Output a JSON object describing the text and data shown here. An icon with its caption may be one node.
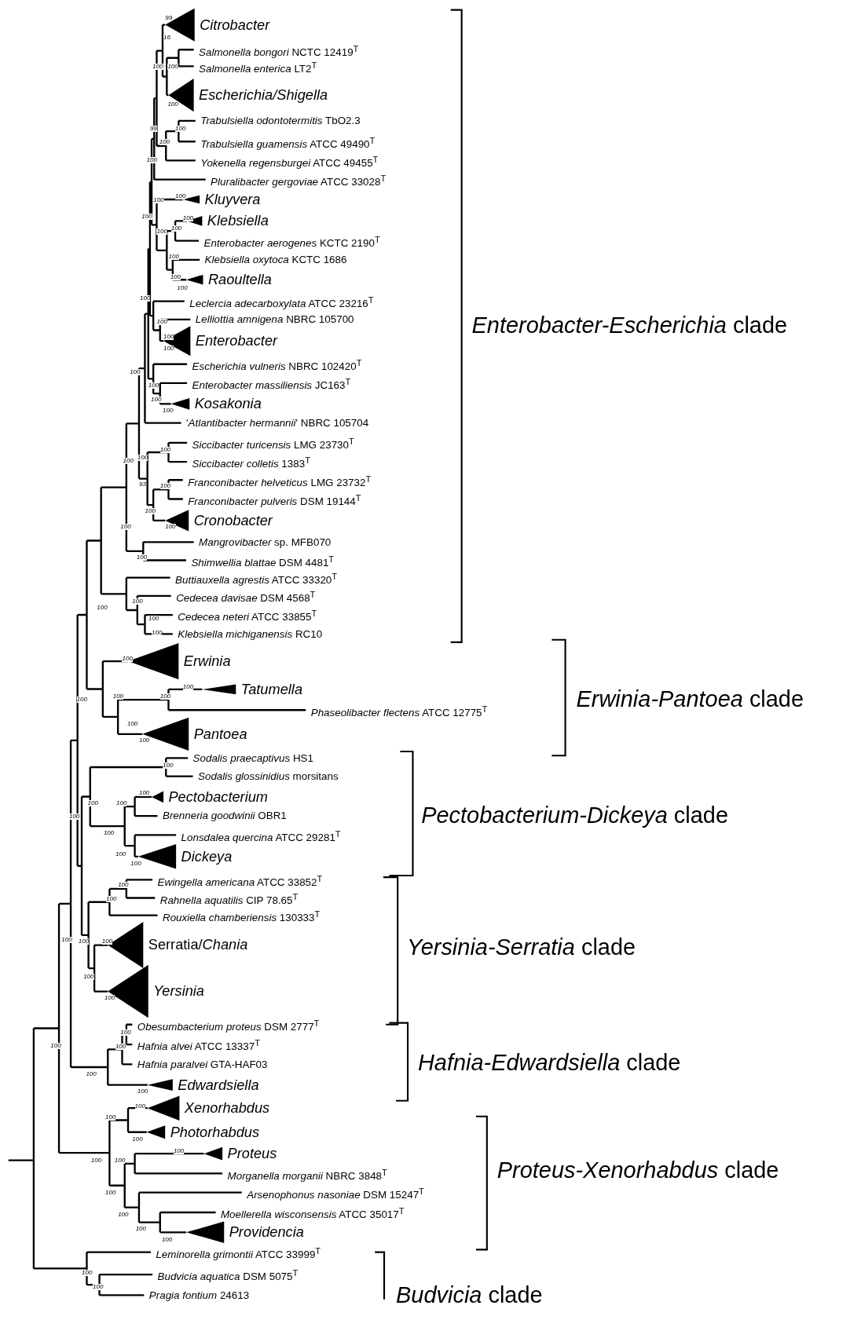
{
  "diagram": {
    "labels": [
      "Citrobacter",
      "*Salmonella bongori* NCTC 12419$^{T}$",
      "*Salmonella enterica* LT2$^{T}$",
      "Escherichia/Shigella",
      "*Trabulsiella odontotermitis* TbO2.3",
      "*Trabulsiella guamensis* ATCC 49490$^{T}$",
      "*Yokenella regensburgei* ATCC 49455$^{T}$",
      "*Pluralibacter gergoviae* ATCC 33028$^{T}$",
      "Kluyvera",
      "Klebsiella",
      "*Enterobacter aerogenes* KCTC 2190$^{T}$",
      "*Klebsiella oxytoca* KCTC 1686",
      "Raoultella",
      "*Leclercia adecarboxylata* ATCC 23216$^{T}$",
      "*Lelliottia amnigena* NBRC 105700",
      "Enterobacter",
      "*Escherichia vulneris* NBRC 102420$^{T}$",
      "*Enterobacter massiliensis* JC163$^{T}$",
      "Kosakonia",
      "'*Atlantibacter hermannii*' NBRC 105704",
      "*Siccibacter turicensis* LMG 23730$^{T}$",
      "*Siccibacter colletis* 1383$^{T}$",
      "*Franconibacter helveticus* LMG 23732$^{T}$",
      "*Franconibacter pulveris* DSM 19144$^{T}$",
      "Cronobacter",
      "*Mangrovibacter* sp. MFB070",
      "*Shimwellia blattae* DSM 4481$^{T}$",
      "*Buttiauxella agrestis* ATCC 33320$^{T}$",
      "*Cedecea davisae* DSM 4568$^{T}$",
      "*Cedecea neteri* ATCC 33855$^{T}$",
      "*Klebsiella michiganensis* RC10",
      "Erwinia",
      "Tatumella",
      "*Phaseolibacter flectens* ATCC 12775$^{T}$",
      "Pantoea",
      "*Sodalis praecaptivus* HS1",
      "*Sodalis glossinidius* morsitans",
      "Pectobacterium",
      "*Brenneria goodwinii* OBR1",
      "*Lonsdalea quercina* ATCC 29281$^{T}$",
      "Dickeya",
      "*Ewingella americana* ATCC 33852$^{T}$",
      "*Rahnella aquatilis* CIP 78.65$^{T}$",
      "*Rouxiella chamberiensis* 130333$^{T}$",
      "Serratia/*Chania*",
      "Yersinia",
      "*Obesumbacterium proteus* DSM 2777$^{T}$",
      "*Hafnia alvei* ATCC 13337$^{T}$",
      "*Hafnia paralvei* GTA-HAF03",
      "Edwardsiella",
      "Xenorhabdus",
      "Photorhabdus",
      "Proteus",
      "*Morganella morganii* NBRC 3848$^{T}$",
      "*Arsenophonus nasoniae* DSM 15247$^{T}$",
      "*Moellerella wisconsensis* ATCC 35017$^{T}$",
      "Providencia",
      "*Leminorella grimontii* ATCC 33999$^{T}$",
      "*Budvicia aquatica* DSM 5075$^{T}$",
      "*Pragia fontium* 24613",
      "*Enterobacter-Escherichia* clade",
      "*Erwinia-Pantoea* clade",
      "*Pectobacterium-Dickeya* clade",
      "*Yersinia-Serratia* clade",
      "*Hafnia-Edwardsiella* clade",
      "*Proteus-Xenorhabdus* clade",
      "*Budvicia* clade",
      "99",
      "16",
      "100",
      "100",
      "100",
      "99",
      "100",
      "100",
      "100",
      "100",
      "100",
      "100",
      "100",
      "100",
      "100",
      "100",
      "100",
      "100",
      "100",
      "100",
      "100",
      "100",
      "100",
      "100",
      "100",
      "100",
      "100",
      "100",
      "100",
      "93",
      "100",
      "100",
      "100",
      "100",
      "100",
      "100",
      "100",
      "100",
      "100",
      "100",
      "100",
      "100",
      "100",
      "100",
      "100",
      "100",
      "100",
      "100",
      "100",
      "100",
      "100",
      "100",
      "100",
      "100",
      "100",
      "100",
      "100",
      "100",
      "100",
      "100",
      "100",
      "100",
      "100",
      "100",
      "100",
      "100",
      "100",
      "100",
      "100",
      "100",
      "100",
      "100",
      "100",
      "100",
      "100",
      "100",
      "100",
      "100"
    ]
  }
}
